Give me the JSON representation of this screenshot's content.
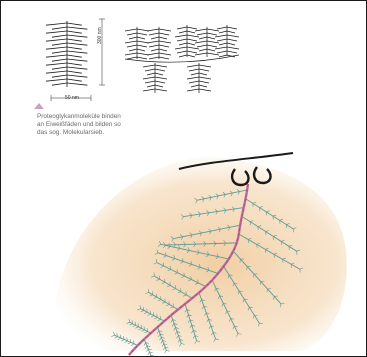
{
  "figure": {
    "dimension_length": "300 nm",
    "dimension_width": "50 nm"
  },
  "caption": {
    "marker_color": "#c8a3c2",
    "lines": [
      "Proteoglykanmoleküle binden",
      "an Eiweißfäden und bilden so",
      "das sog. Molekularsieb."
    ]
  },
  "colors": {
    "halo": "#f0c99a",
    "backbone": "#c7698f",
    "bristle": "#5f9a96",
    "ink": "#1a1a1a"
  }
}
